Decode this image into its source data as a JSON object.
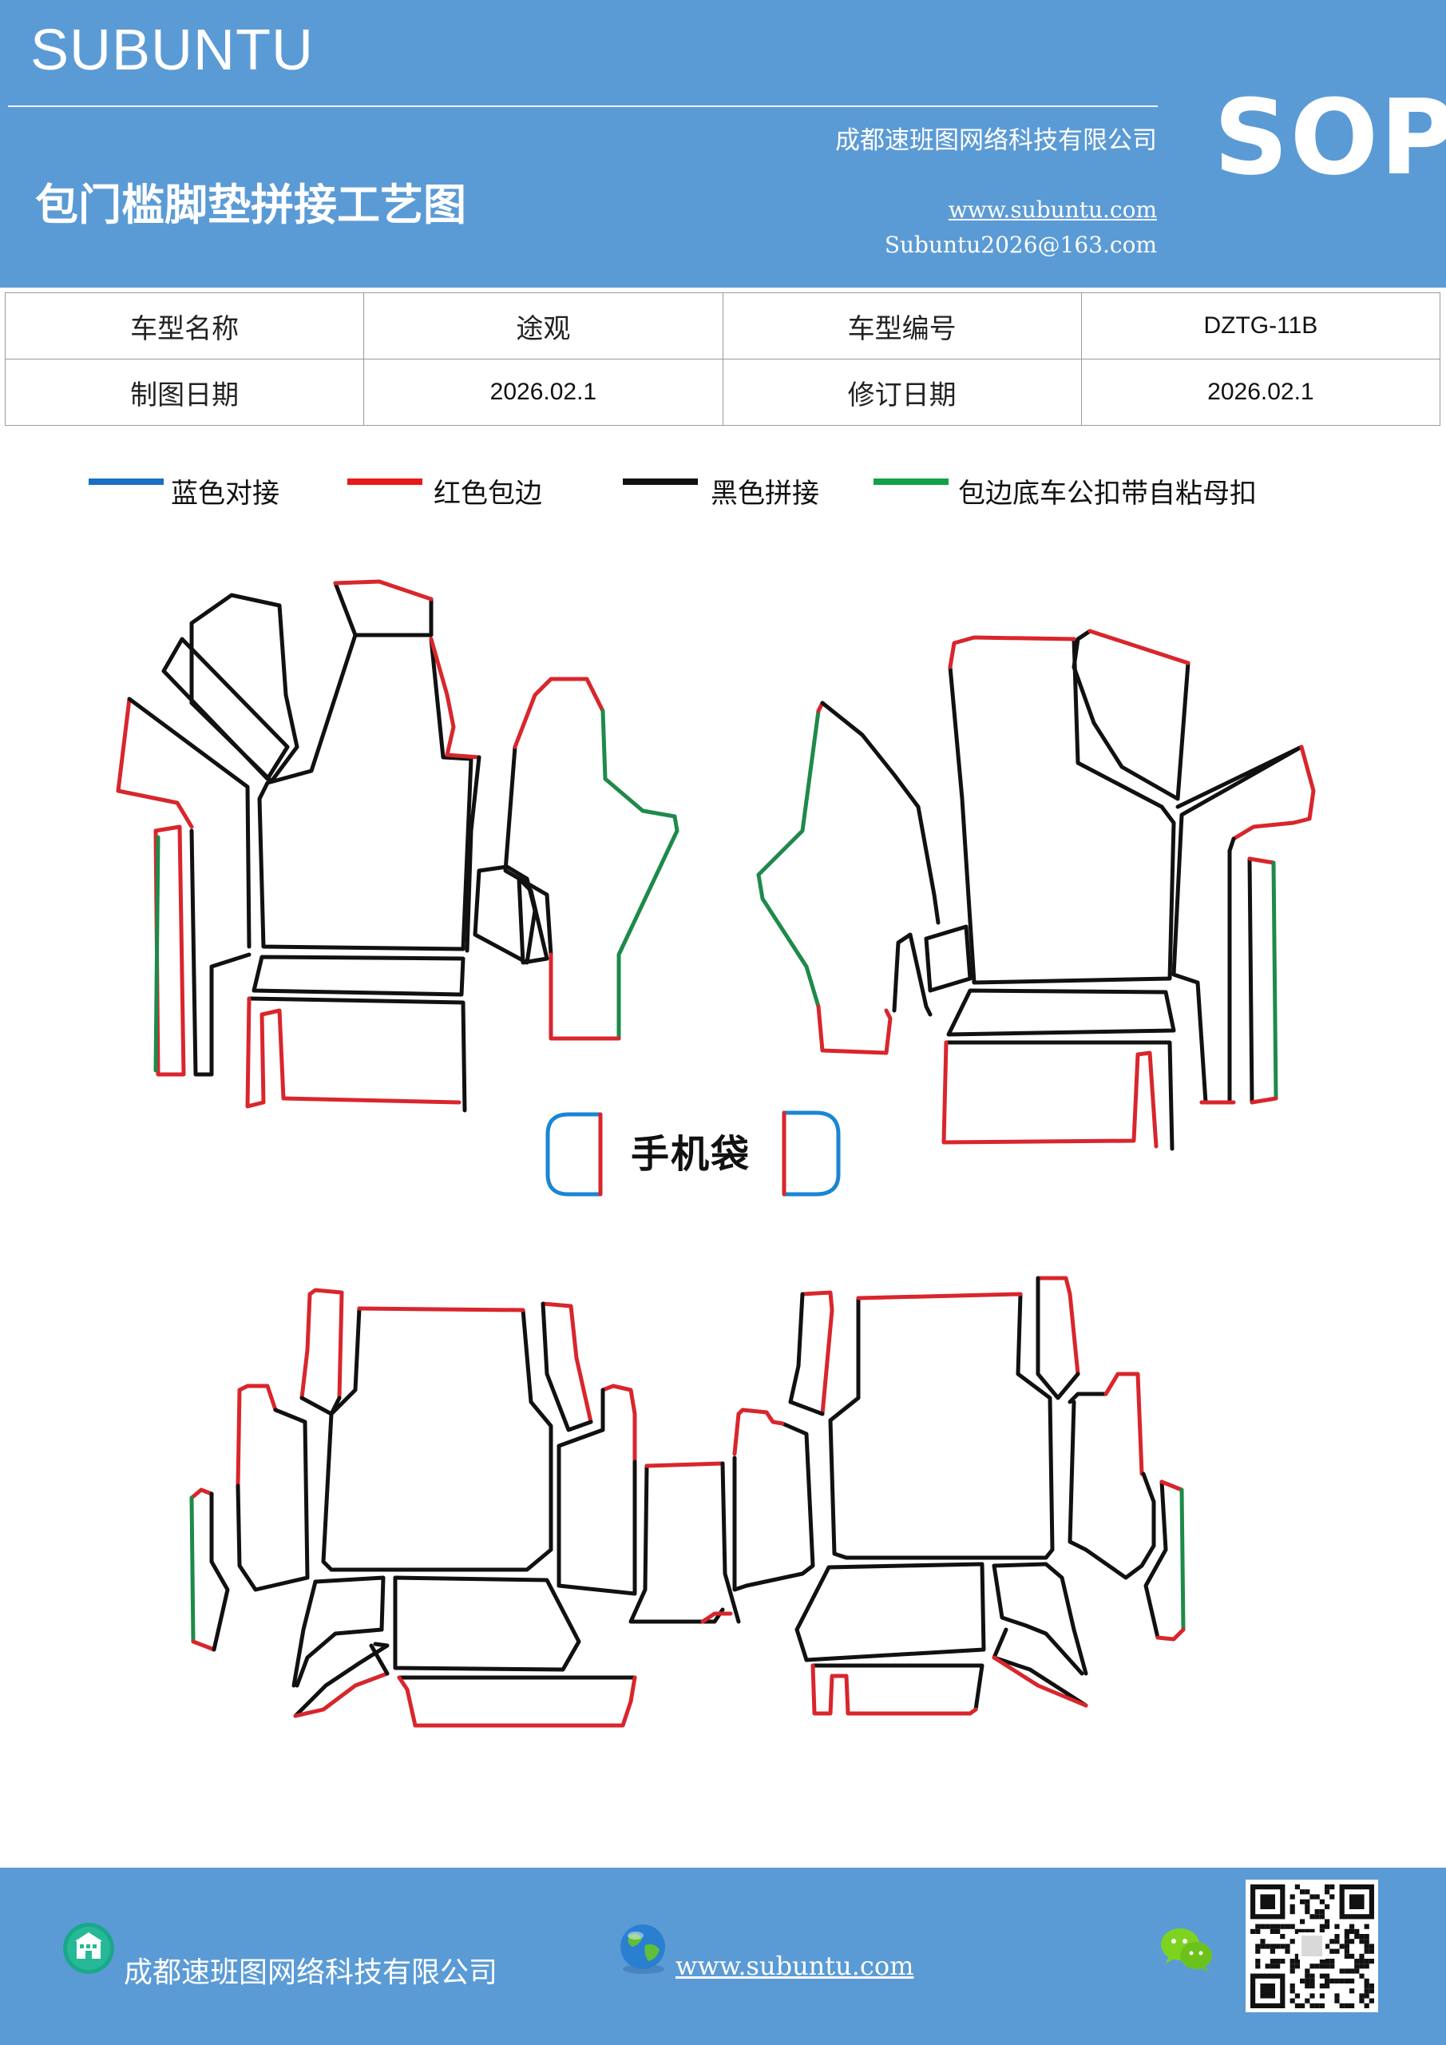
{
  "header": {
    "brand": "SUBUNTU",
    "company": "成都速班图网络科技有限公司",
    "title": "包门槛脚垫拼接工艺图",
    "website": "www.subuntu.com",
    "email": "Subuntu2026@163.com",
    "badge": "SOP"
  },
  "info": {
    "model_name_label": "车型名称",
    "model_name": "途观",
    "model_code_label": "车型编号",
    "model_code": "DZTG-11B",
    "draw_date_label": "制图日期",
    "draw_date": "2026.02.1",
    "revise_date_label": "修订日期",
    "revise_date": "2026.02.1"
  },
  "legend": [
    {
      "label": "蓝色对接",
      "color": "#1a6fc4"
    },
    {
      "label": "红色包边",
      "color": "#e81919"
    },
    {
      "label": "黑色拼接",
      "color": "#111111"
    },
    {
      "label": "包边底车公扣带自粘母扣",
      "color": "#12a14a"
    }
  ],
  "diagram": {
    "phone_pouch_label": "手机袋",
    "colors": {
      "black": "#111111",
      "red": "#d8262c",
      "green": "#1e8a4a",
      "blue": "#1a86d4"
    }
  },
  "footer": {
    "company": "成都速班图网络科技有限公司",
    "website": "www.subuntu.com",
    "icons": [
      "building-icon",
      "globe-icon",
      "wechat-icon",
      "qr-code"
    ]
  }
}
